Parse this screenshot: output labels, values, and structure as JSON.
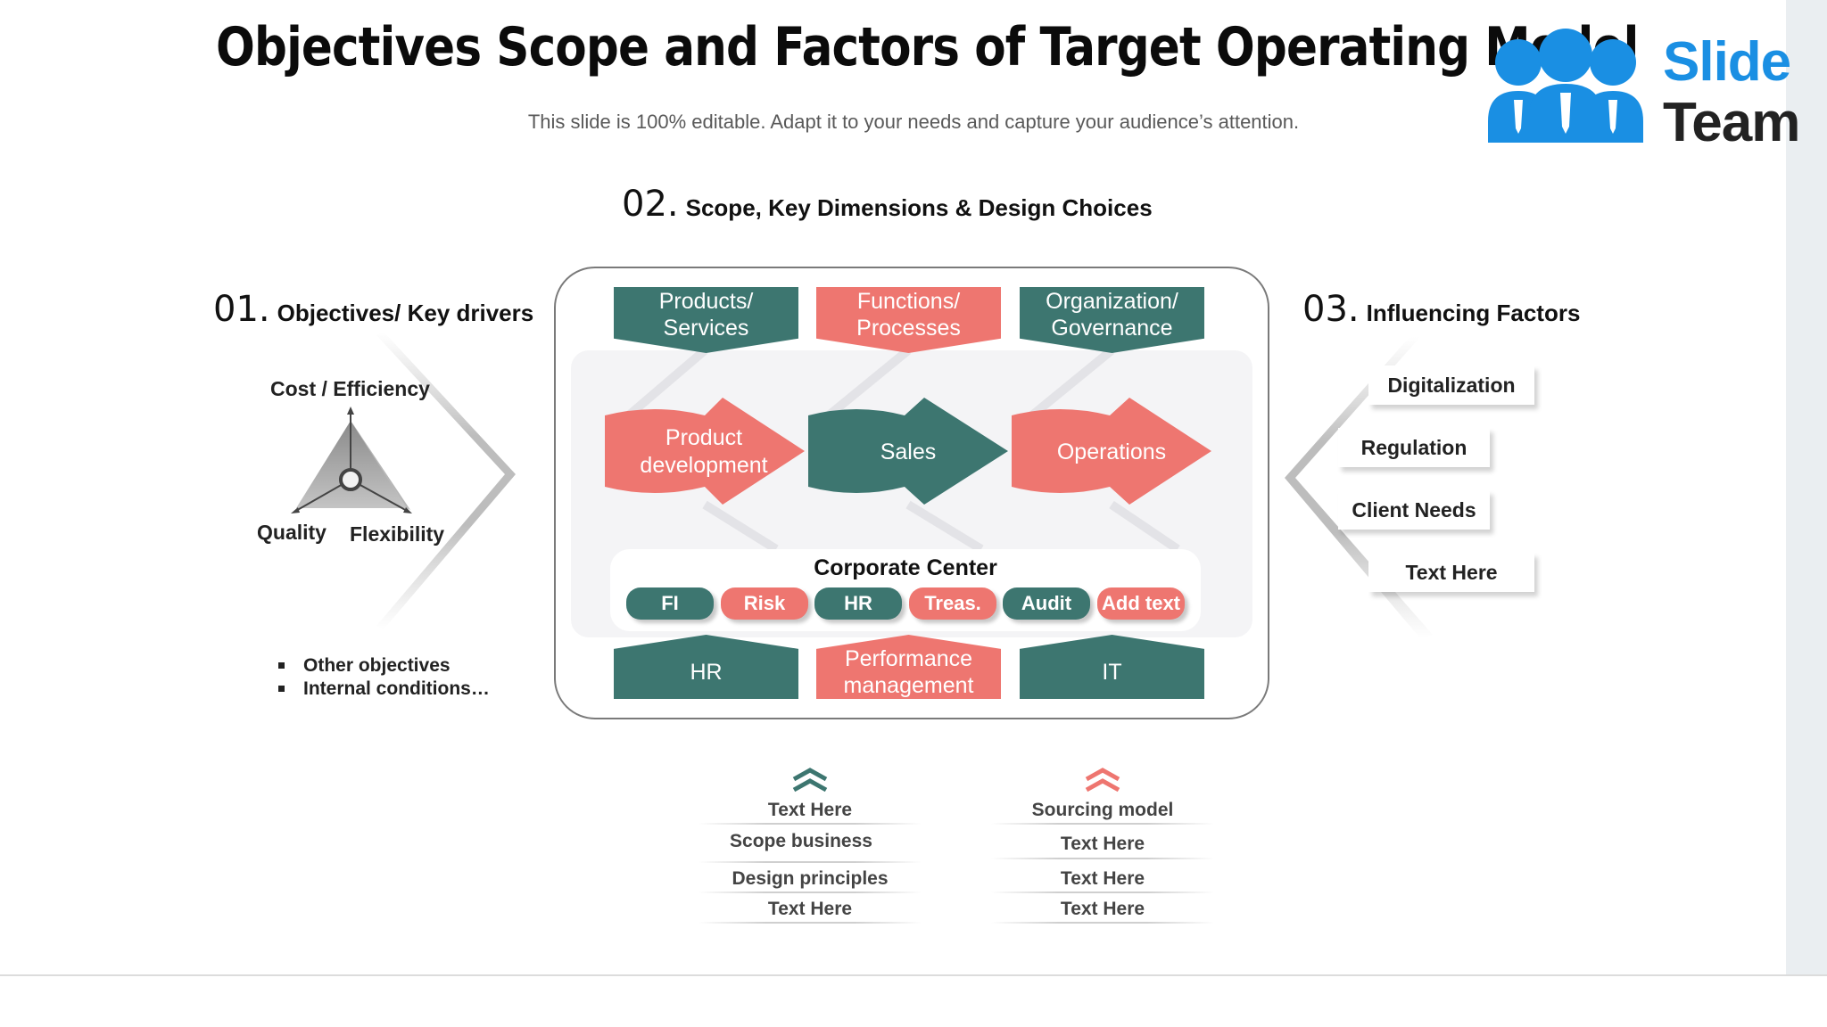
{
  "title": "Objectives Scope and Factors of Target Operating Model",
  "subtitle": "This slide is 100% editable. Adapt it to your needs and  capture your audience’s attention.",
  "logo": {
    "line1": "Slide",
    "line2": "Team",
    "brand_color": "#1a8fe3"
  },
  "colors": {
    "teal": "#3d7670",
    "coral": "#ee7670"
  },
  "section1": {
    "num": "01.",
    "label": "Objectives/ Key drivers",
    "diagram": {
      "top": "Cost / Efficiency",
      "left": "Quality",
      "right": "Flexibility"
    },
    "bullets": [
      "Other objectives",
      "Internal conditions…"
    ]
  },
  "section2": {
    "num": "02.",
    "label": "Scope, Key Dimensions & Design Choices",
    "top_tabs": [
      {
        "line1": "Products/",
        "line2": "Services",
        "color": "teal"
      },
      {
        "line1": "Functions/",
        "line2": "Processes",
        "color": "coral"
      },
      {
        "line1": "Organization/",
        "line2": "Governance",
        "color": "teal"
      }
    ],
    "process": [
      {
        "line1": "Product",
        "line2": "development",
        "color": "coral"
      },
      {
        "line1": "Sales",
        "line2": "",
        "color": "teal"
      },
      {
        "line1": "Operations",
        "line2": "",
        "color": "coral"
      }
    ],
    "corporate_center": {
      "title": "Corporate Center",
      "pills": [
        {
          "label": "FI",
          "color": "teal"
        },
        {
          "label": "Risk",
          "color": "coral"
        },
        {
          "label": "HR",
          "color": "teal"
        },
        {
          "label": "Treas.",
          "color": "coral"
        },
        {
          "label": "Audit",
          "color": "teal"
        },
        {
          "label": "Add text",
          "color": "coral"
        }
      ]
    },
    "bottom_tabs": [
      {
        "line1": "HR",
        "line2": "",
        "color": "teal"
      },
      {
        "line1": "Performance",
        "line2": "management",
        "color": "coral"
      },
      {
        "line1": "IT",
        "line2": "",
        "color": "teal"
      }
    ]
  },
  "section3": {
    "num": "03.",
    "label": "Influencing Factors",
    "factors": [
      "Digitalization",
      "Regulation",
      "Client Needs",
      "Text Here"
    ]
  },
  "lower_left": {
    "icon": "double-chevron-up-icon",
    "items": [
      "Text Here",
      "Scope business",
      "Design principles",
      "Text Here"
    ]
  },
  "lower_right": {
    "icon": "double-chevron-up-icon",
    "items": [
      "Sourcing model",
      "Text Here",
      "Text Here",
      "Text Here"
    ]
  }
}
